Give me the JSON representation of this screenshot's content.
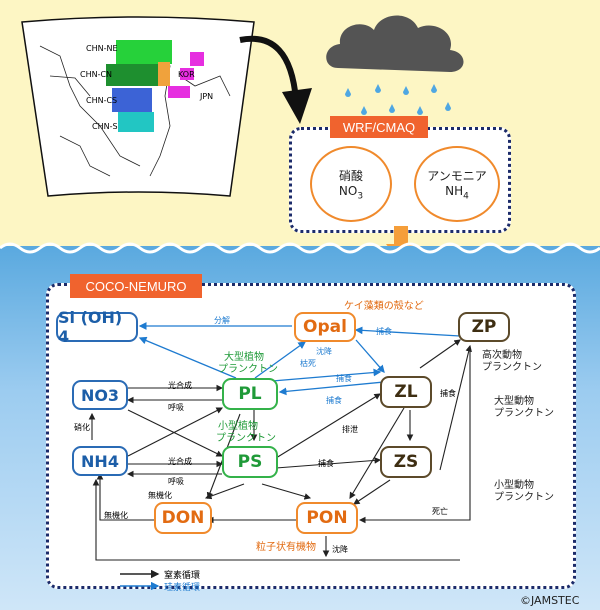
{
  "map": {
    "regions": [
      "CHN-NE",
      "CHN-CN",
      "CHN-CS",
      "CHN-S",
      "KOR",
      "JPN"
    ],
    "colors": {
      "chn_ne": "#26d13a",
      "chn_cn": "#1e8f2f",
      "chn_cs": "#3c63d6",
      "chn_s": "#22c6c3",
      "kor": "#f0a23c",
      "jpn": "#e62ee0"
    }
  },
  "wrf": {
    "title": "WRF/CMAQ",
    "nitrate": {
      "name": "硝酸",
      "formula": "NO",
      "sub": "3"
    },
    "ammonia": {
      "name": "アンモニア",
      "formula": "NH",
      "sub": "4"
    }
  },
  "model": {
    "title": "COCO-NEMURO",
    "nodes": {
      "sioh4": "Si (OH) 4",
      "opal": "Opal",
      "zp": "ZP",
      "no3": "NO3",
      "pl": "PL",
      "zl": "ZL",
      "nh4": "NH4",
      "ps": "PS",
      "zs": "ZS",
      "don": "DON",
      "pon": "PON"
    },
    "labels": {
      "opal_note": "ケイ藻類の殻など",
      "pl_note_1": "大型植物",
      "pl_note_2": "プランクトン",
      "ps_note_1": "小型植物",
      "ps_note_2": "プランクトン",
      "zp_note_1": "高次動物",
      "zp_note_2": "プランクトン",
      "zl_note_1": "大型動物",
      "zl_note_2": "プランクトン",
      "zs_note_1": "小型動物",
      "zs_note_2": "プランクトン",
      "pon_note": "粒子状有機物"
    },
    "arrows": {
      "decomp": "分解",
      "photo1": "光合成",
      "photo2": "光合成",
      "resp1": "呼吸",
      "resp2": "呼吸",
      "graze1": "捕食",
      "graze2": "捕食",
      "graze3": "捕食",
      "graze4": "捕食",
      "graze5": "捕食",
      "death1": "枯死",
      "death2": "死亡",
      "sink1": "沈降",
      "sink2": "沈降",
      "excr": "排泄",
      "nitri": "硝化",
      "mineral1": "無機化",
      "mineral2": "無機化"
    },
    "legend": {
      "nitrogen": "窒素循環",
      "silicon": "珪素循環"
    }
  },
  "credit": "©JAMSTEC"
}
